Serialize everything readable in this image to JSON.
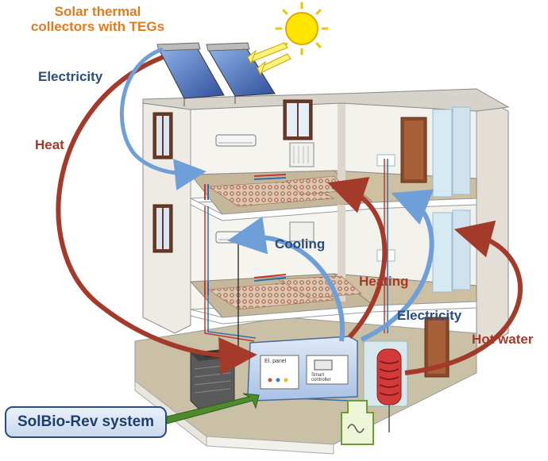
{
  "labels": {
    "collectors_line1": "Solar thermal",
    "collectors_line2": "collectors with TEGs",
    "electricity_top": "Electricity",
    "heat": "Heat",
    "cooling": "Cooling",
    "heating": "Heating",
    "electricity_right": "Electricity",
    "hot_water": "Hot water",
    "system": "SolBio-Rev system",
    "el_panel": "El. panel",
    "smart_controller": "Smart controller"
  },
  "colors": {
    "heat_arrow": "#a33a2a",
    "electricity_arrow": "#6f9fd8",
    "system_arrow": "#4e8a2e",
    "sun": "#ffe600",
    "title_orange": "#e07a1f"
  }
}
